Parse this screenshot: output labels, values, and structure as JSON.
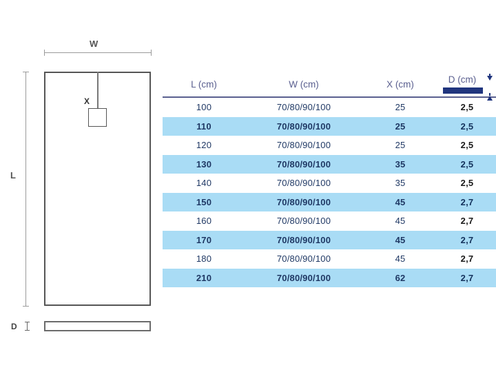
{
  "drawing": {
    "width_label": "W",
    "length_label": "L",
    "drain_label": "X",
    "depth_label": "D",
    "line_color": "#9a9a9a",
    "outline_color": "#555555"
  },
  "table": {
    "headers": [
      {
        "key": "l",
        "label": "L (cm)"
      },
      {
        "key": "w",
        "label": "W (cm)"
      },
      {
        "key": "x",
        "label": "X (cm)"
      },
      {
        "key": "d",
        "label": "D (cm)"
      }
    ],
    "header_text_color": "#5a5f8f",
    "row_highlight_color": "#a9dcf5",
    "data_text_color": "#1f3864",
    "accent_color": "#20357e",
    "rows": [
      {
        "l": "100",
        "w": "70/80/90/100",
        "x": "25",
        "d": "2,5",
        "highlight": false
      },
      {
        "l": "110",
        "w": "70/80/90/100",
        "x": "25",
        "d": "2,5",
        "highlight": true
      },
      {
        "l": "120",
        "w": "70/80/90/100",
        "x": "25",
        "d": "2,5",
        "highlight": false
      },
      {
        "l": "130",
        "w": "70/80/90/100",
        "x": "35",
        "d": "2,5",
        "highlight": true
      },
      {
        "l": "140",
        "w": "70/80/90/100",
        "x": "35",
        "d": "2,5",
        "highlight": false
      },
      {
        "l": "150",
        "w": "70/80/90/100",
        "x": "45",
        "d": "2,7",
        "highlight": true
      },
      {
        "l": "160",
        "w": "70/80/90/100",
        "x": "45",
        "d": "2,7",
        "highlight": false
      },
      {
        "l": "170",
        "w": "70/80/90/100",
        "x": "45",
        "d": "2,7",
        "highlight": true
      },
      {
        "l": "180",
        "w": "70/80/90/100",
        "x": "45",
        "d": "2,7",
        "highlight": false
      },
      {
        "l": "210",
        "w": "70/80/90/100",
        "x": "62",
        "d": "2,7",
        "highlight": true
      }
    ]
  }
}
